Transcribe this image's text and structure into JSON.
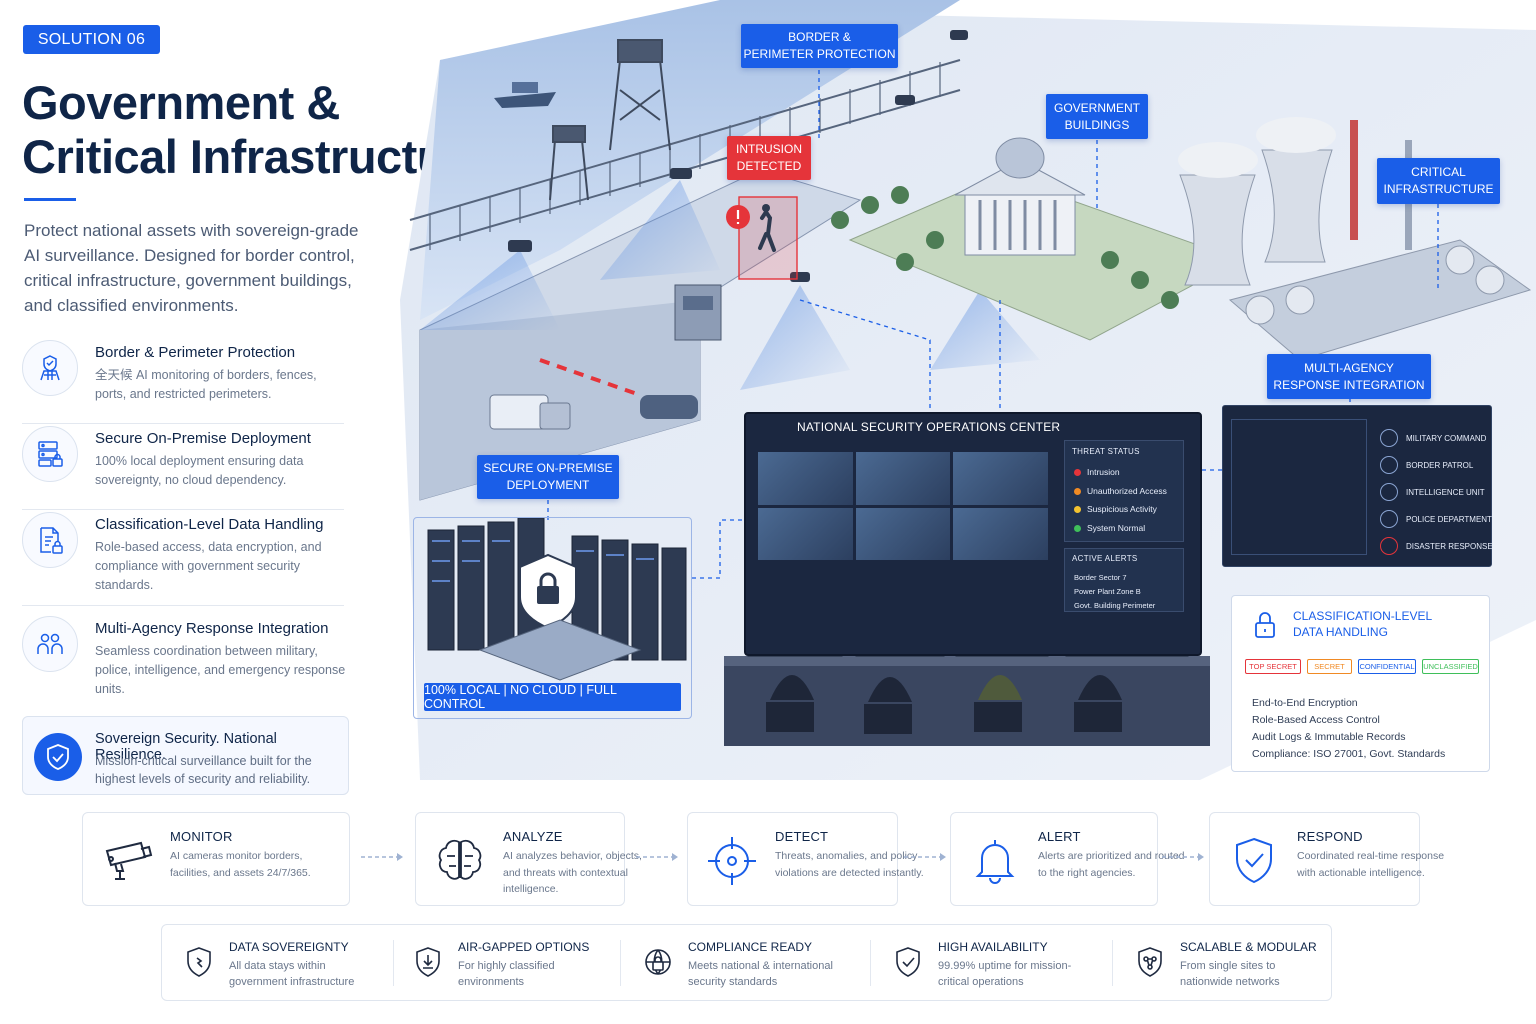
{
  "badge": "SOLUTION 06",
  "title_line1": "Government &",
  "title_line2": "Critical Infrastructure",
  "title_dot": ".",
  "intro": "Protect national assets with sovereign-grade AI surveillance. Designed for border control, critical infrastructure, government buildings, and classified environments.",
  "features": [
    {
      "title": "Border & Perimeter Protection",
      "desc": "全天候 AI monitoring of borders, fences, ports, and restricted perimeters.",
      "icon": "border-tower-icon"
    },
    {
      "title": "Secure On-Premise Deployment",
      "desc": "100% local deployment ensuring data sovereignty, no cloud dependency.",
      "icon": "server-lock-icon"
    },
    {
      "title": "Classification-Level Data Handling",
      "desc": "Role-based access, data encryption, and compliance with government security standards.",
      "icon": "document-lock-icon"
    },
    {
      "title": "Multi-Agency Response Integration",
      "desc": "Seamless coordination between military, police, intelligence, and emergency response units.",
      "icon": "people-icon"
    }
  ],
  "sovereign": {
    "title": "Sovereign Security. National Resilience.",
    "desc": "Mission-critical surveillance built for the highest levels of security and reliability."
  },
  "callouts": {
    "border": [
      "BORDER &",
      "PERIMETER PROTECTION"
    ],
    "intrusion": [
      "INTRUSION",
      "DETECTED"
    ],
    "gov": [
      "GOVERNMENT",
      "BUILDINGS"
    ],
    "critical": [
      "CRITICAL",
      "INFRASTRUCTURE"
    ],
    "multi": [
      "MULTI-AGENCY",
      "RESPONSE INTEGRATION"
    ],
    "secure": [
      "SECURE ON-PREMISE",
      "DEPLOYMENT"
    ]
  },
  "server_strip": "100% LOCAL | NO CLOUD | FULL CONTROL",
  "soc": {
    "title": "NATIONAL SECURITY OPERATIONS CENTER",
    "threat_header": "THREAT STATUS",
    "threats": [
      {
        "label": "Intrusion",
        "color": "#e5343a"
      },
      {
        "label": "Unauthorized Access",
        "color": "#f08a24"
      },
      {
        "label": "Suspicious Activity",
        "color": "#f2c230"
      },
      {
        "label": "System Normal",
        "color": "#3fbf5a"
      }
    ],
    "alerts_header": "ACTIVE ALERTS",
    "alerts": [
      "Border Sector 7",
      "Power Plant Zone B",
      "Govt. Building Perimeter"
    ]
  },
  "agencies": [
    "MILITARY COMMAND",
    "BORDER PATROL",
    "INTELLIGENCE UNIT",
    "POLICE DEPARTMENT",
    "DISASTER RESPONSE"
  ],
  "classification": {
    "title": [
      "CLASSIFICATION-LEVEL",
      "DATA HANDLING"
    ],
    "tags": [
      {
        "label": "TOP SECRET",
        "color": "#e5343a"
      },
      {
        "label": "SECRET",
        "color": "#f08a24"
      },
      {
        "label": "CONFIDENTIAL",
        "color": "#1a5ee8"
      },
      {
        "label": "UNCLASSIFIED",
        "color": "#3fbf5a"
      }
    ],
    "items": [
      "End-to-End Encryption",
      "Role-Based Access Control",
      "Audit Logs & Immutable Records",
      "Compliance: ISO 27001, Govt. Standards"
    ]
  },
  "process": [
    {
      "title": "MONITOR",
      "desc": "AI cameras monitor borders, facilities, and assets 24/7/365.",
      "icon": "cctv-camera-icon"
    },
    {
      "title": "ANALYZE",
      "desc": "AI analyzes behavior, objects, and threats with contextual intelligence.",
      "icon": "brain-icon"
    },
    {
      "title": "DETECT",
      "desc": "Threats, anomalies, and policy violations are detected instantly.",
      "icon": "crosshair-icon"
    },
    {
      "title": "ALERT",
      "desc": "Alerts are prioritized and routed to the right agencies.",
      "icon": "bell-icon"
    },
    {
      "title": "RESPOND",
      "desc": "Coordinated real-time response with actionable intelligence.",
      "icon": "shield-check-icon"
    }
  ],
  "bottom": [
    {
      "title": "DATA SOVEREIGNTY",
      "desc": "All data stays within government infrastructure",
      "icon": "shield-icon"
    },
    {
      "title": "AIR-GAPPED OPTIONS",
      "desc": "For highly classified environments",
      "icon": "shield-download-icon"
    },
    {
      "title": "COMPLIANCE READY",
      "desc": "Meets national & international security standards",
      "icon": "globe-lock-icon"
    },
    {
      "title": "HIGH AVAILABILITY",
      "desc": "99.99% uptime for mission-critical operations",
      "icon": "shield-check-icon"
    },
    {
      "title": "SCALABLE & MODULAR",
      "desc": "From single sites to nationwide networks",
      "icon": "shield-network-icon"
    }
  ],
  "colors": {
    "accent": "#1a5ee8",
    "alert": "#e5343a",
    "navy": "#0f2548"
  }
}
